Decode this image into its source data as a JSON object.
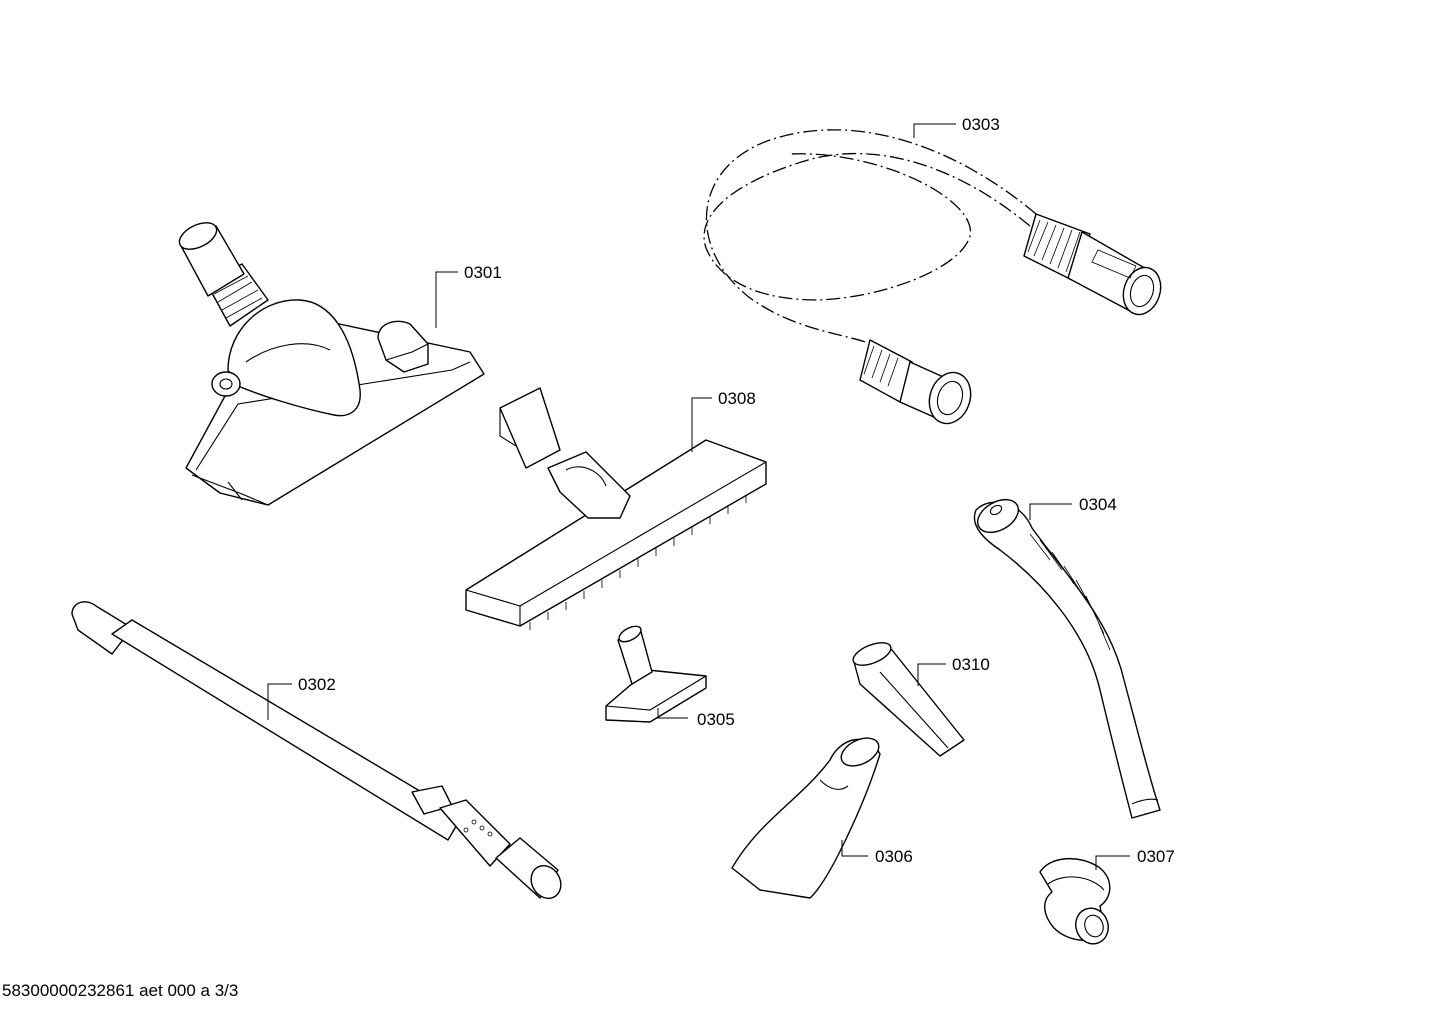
{
  "parts": [
    {
      "id": "0301"
    },
    {
      "id": "0302"
    },
    {
      "id": "0303"
    },
    {
      "id": "0304"
    },
    {
      "id": "0305"
    },
    {
      "id": "0306"
    },
    {
      "id": "0307"
    },
    {
      "id": "0308"
    },
    {
      "id": "0310"
    }
  ],
  "footer": "58300000232861 aet 000 a 3/3"
}
